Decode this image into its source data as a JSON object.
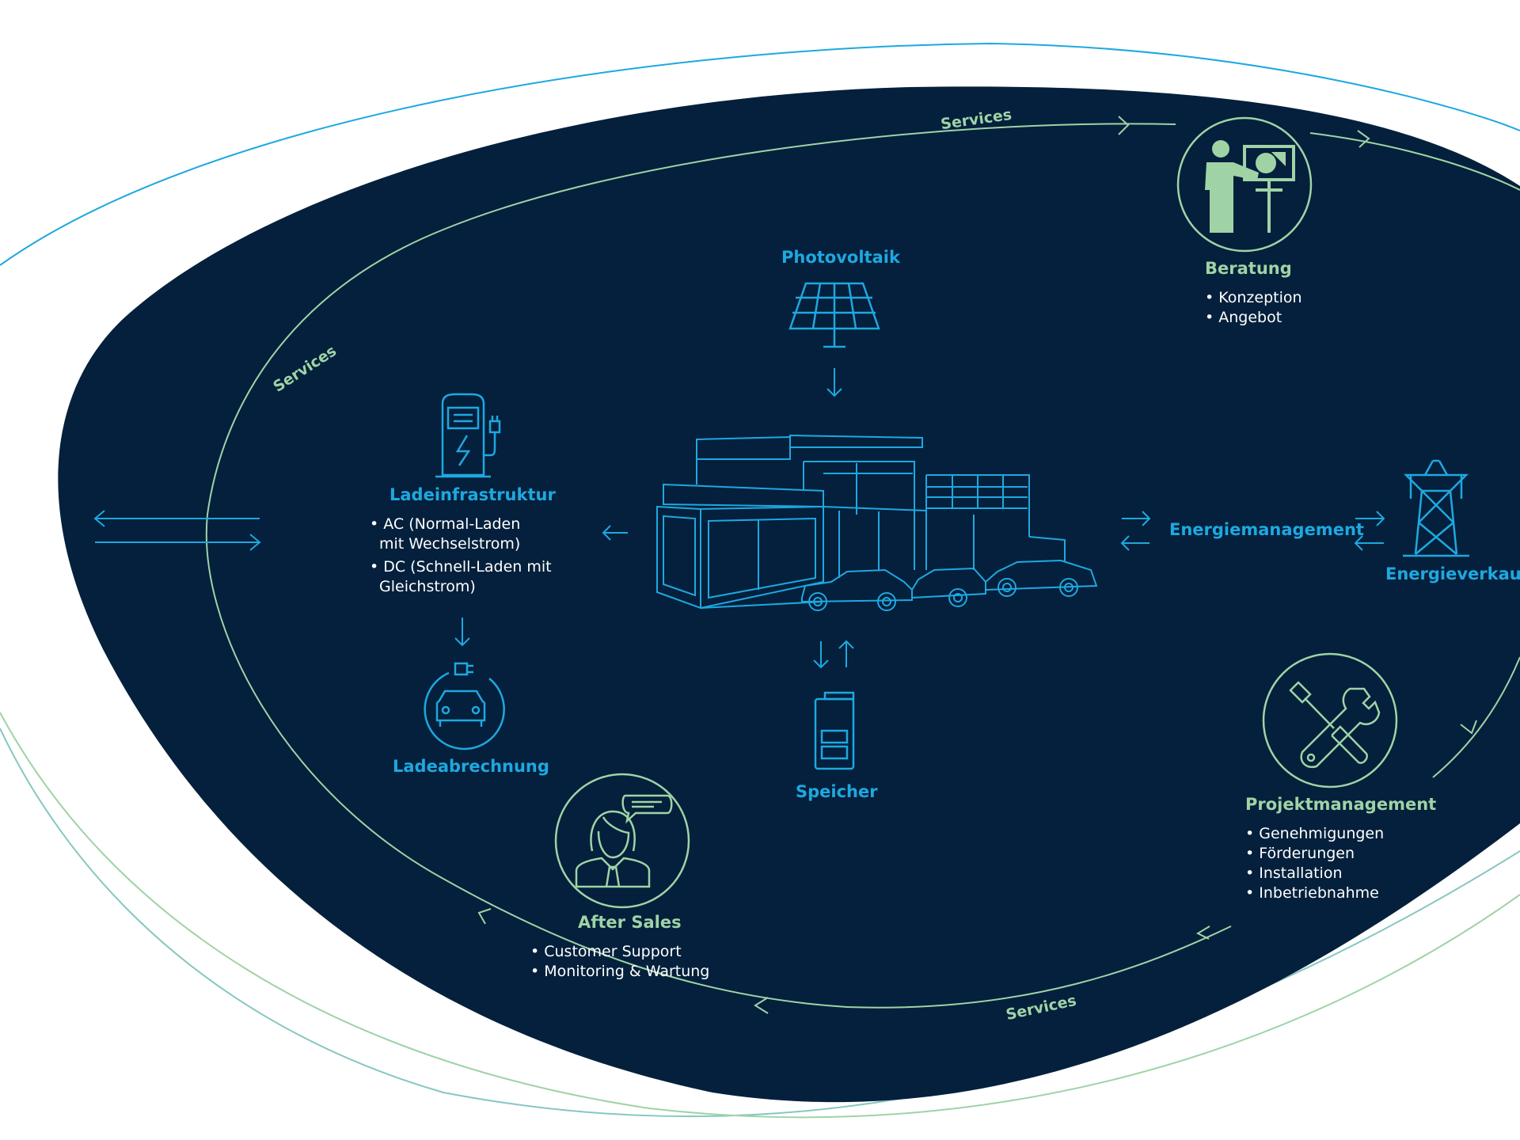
{
  "services_label": "Services",
  "nodes": {
    "photovoltaik": {
      "title": "Photovoltaik"
    },
    "speicher": {
      "title": "Speicher"
    },
    "energiemanagement": {
      "title": "Energiemanagement"
    },
    "energieverkauf": {
      "title": "Energieverkauf"
    },
    "ladeinfrastruktur": {
      "title": "Ladeinfrastruktur",
      "items": [
        "AC (Normal-Laden",
        "mit Wechselstrom)",
        "DC (Schnell-Laden mit",
        "Gleichstrom)"
      ]
    },
    "ladeabrechnung": {
      "title": "Ladeabrechnung"
    },
    "beratung": {
      "title": "Beratung",
      "items": [
        "Konzeption",
        "Angebot"
      ]
    },
    "projektmanagement": {
      "title": "Projektmanagement",
      "items": [
        "Genehmigungen",
        "Förderungen",
        "Installation",
        "Inbetriebnahme"
      ]
    },
    "after_sales": {
      "title": "After Sales",
      "items": [
        "Customer Support",
        "Monitoring & Wartung"
      ]
    }
  },
  "colors": {
    "background": "#ffffff",
    "navy": "#04203c",
    "blue": "#1ea8e0",
    "green": "#9fd3a6",
    "text": "#ffffff"
  },
  "icons": [
    "solar-panel-icon",
    "building-with-cars-icon",
    "battery-icon",
    "ev-charger-icon",
    "car-charging-icon",
    "transmission-tower-icon",
    "consultant-presentation-icon",
    "wrench-screwdriver-icon",
    "support-agent-icon"
  ]
}
